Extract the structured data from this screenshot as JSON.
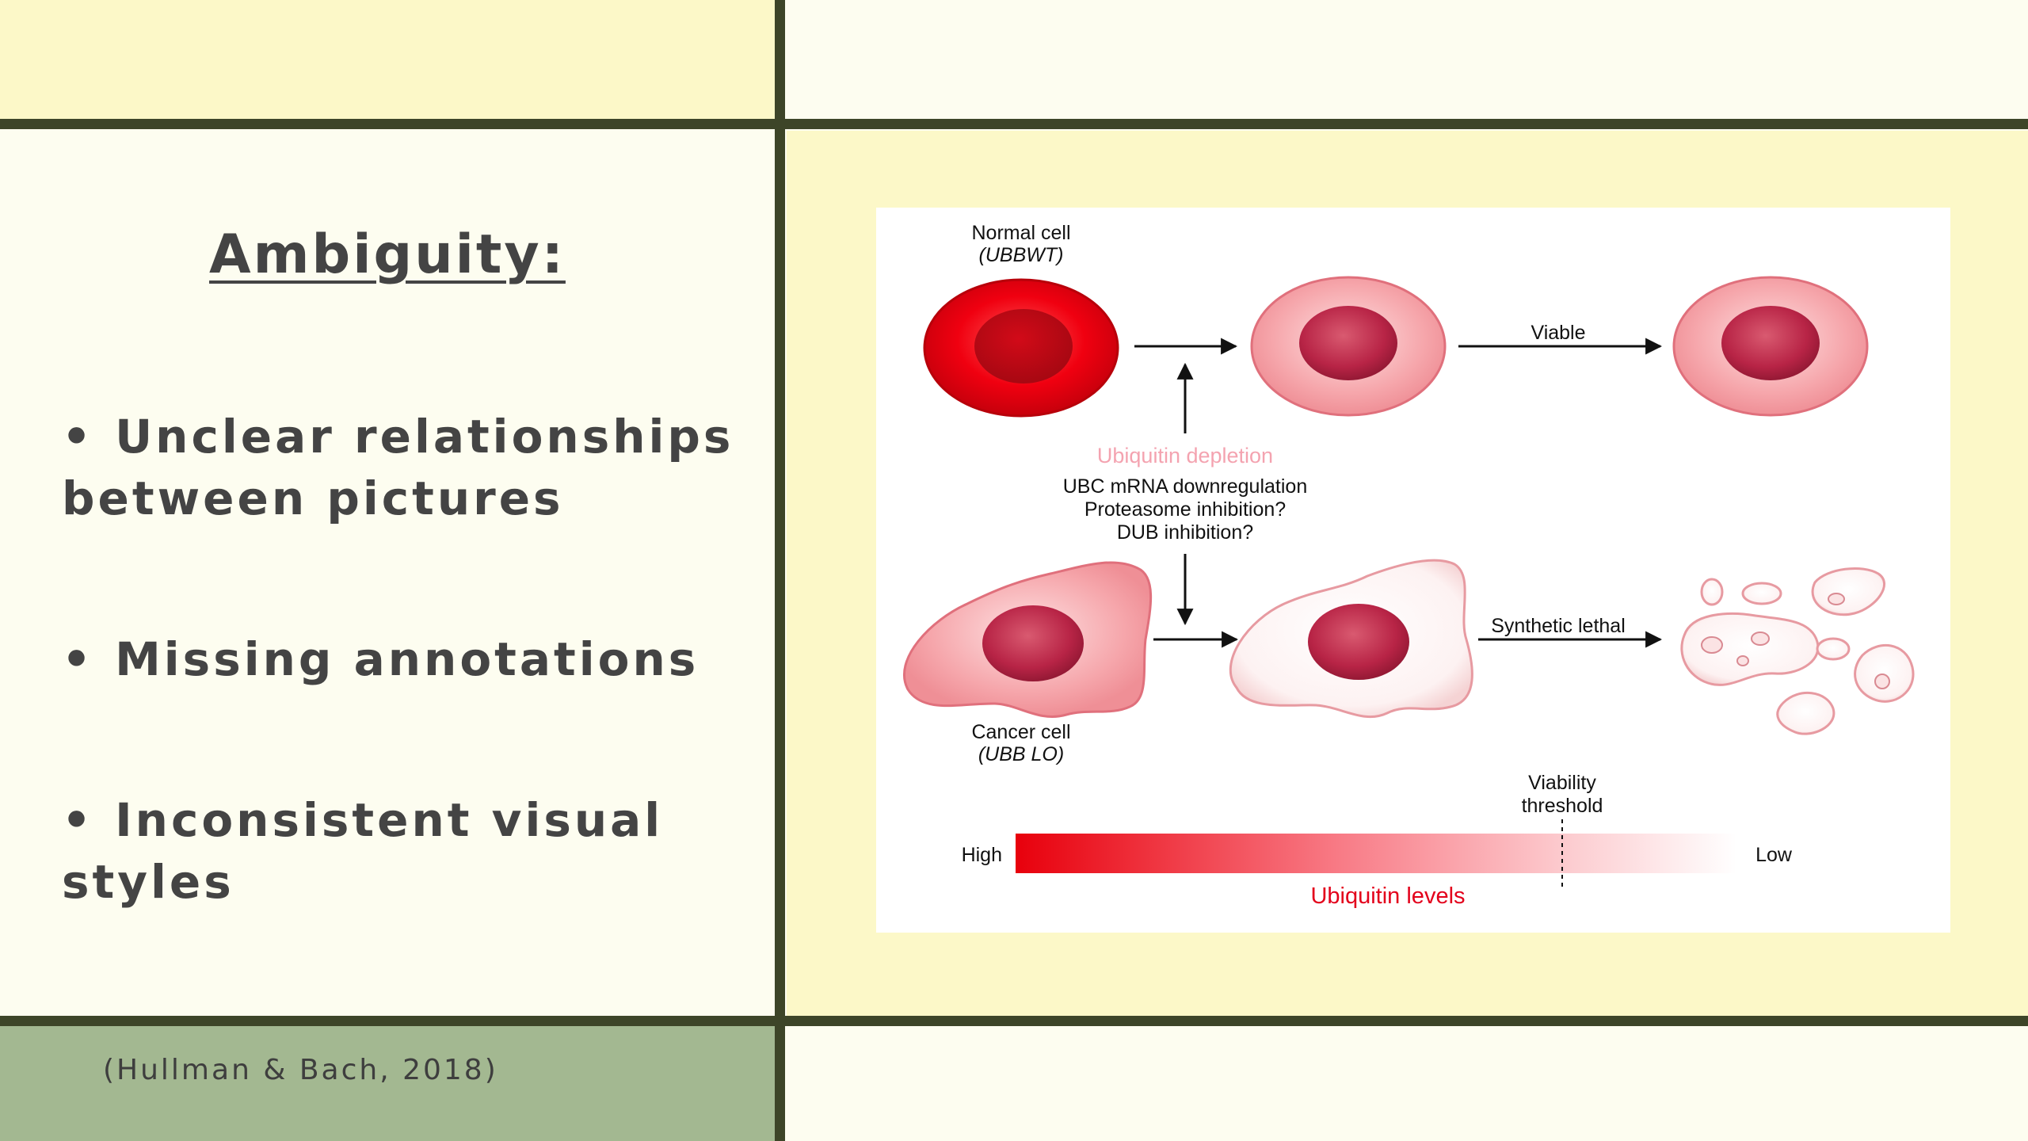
{
  "slide": {
    "title": "Ambiguity:",
    "bullets": [
      "Unclear relationships between pictures",
      "Missing annotations",
      "Inconsistent visual styles"
    ],
    "bullet_marker": "•",
    "citation": "(Hullman & Bach, 2018)"
  },
  "figure": {
    "normal_cell_label": "Normal cell",
    "normal_cell_genotype": "(UBBWT)",
    "cancer_cell_label": "Cancer cell",
    "cancer_cell_genotype": "(UBB LO)",
    "viable_label": "Viable",
    "synthetic_lethal_label": "Synthetic lethal",
    "depletion_label": "Ubiquitin depletion",
    "cause_1": "UBC mRNA downregulation",
    "cause_2": "Proteasome inhibition?",
    "cause_3": "DUB inhibition?",
    "threshold_label_1": "Viability",
    "threshold_label_2": "threshold",
    "scale_high": "High",
    "scale_low": "Low",
    "scale_title": "Ubiquitin levels",
    "colors": {
      "deep_red": "#e3000b",
      "nucleus": "#c02a48",
      "pale_cell": "#f6a7ac",
      "label_pink": "#f4a3b0",
      "scale_label": "#e3001b"
    }
  },
  "colors": {
    "divider": "#3d4528",
    "cream": "#fdfdf0",
    "yellow": "#fcf8c8",
    "green": "#a3b891",
    "text": "#444444"
  }
}
